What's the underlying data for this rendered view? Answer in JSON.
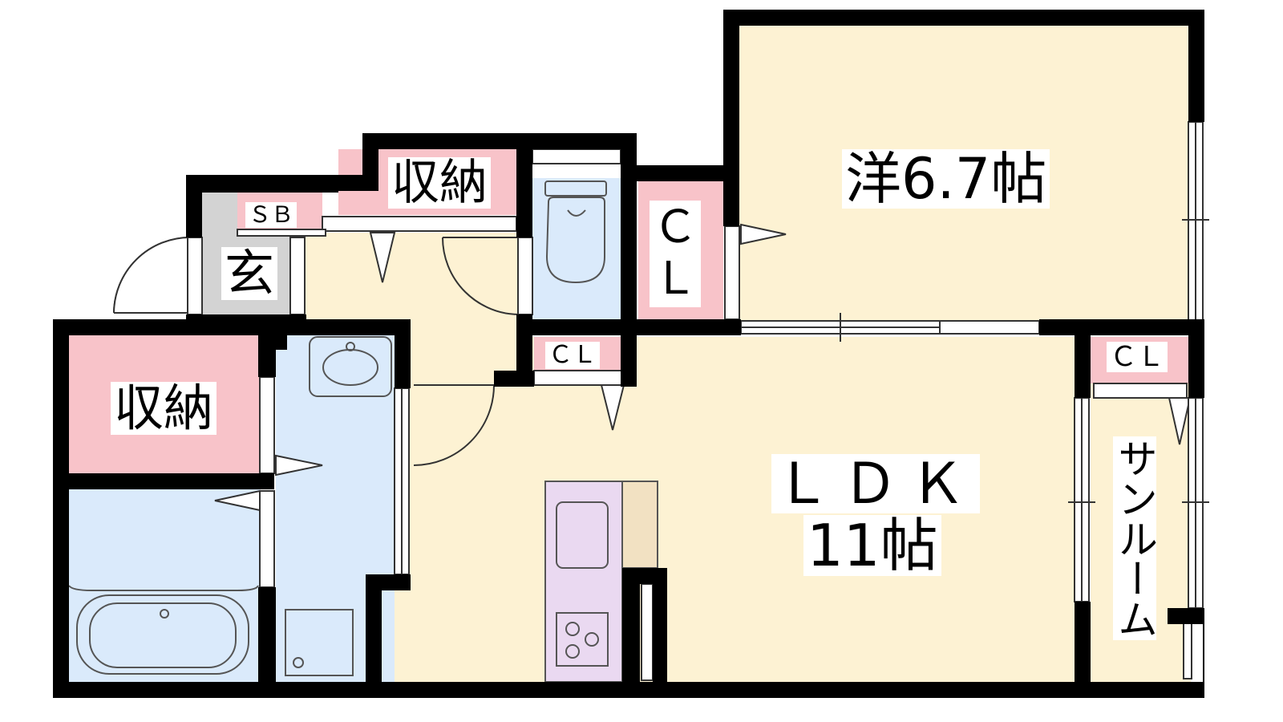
{
  "colors": {
    "floor": "#fdf2d3",
    "storage": "#f8c3c9",
    "wet": "#daeafb",
    "entrance": "#d3d3d3",
    "kitchen": "#ead9f1",
    "counter": "#f2e1c2",
    "wall": "#000000"
  },
  "rooms": {
    "western": {
      "label": "洋6.7帖"
    },
    "ldk": {
      "label": "ＬＤＫ",
      "size": "11帖"
    },
    "sunroom": {
      "label": "サンルーム"
    },
    "entrance": {
      "label": "玄"
    },
    "shoebox": {
      "label": "ＳＢ"
    },
    "storage_top": {
      "label": "収納"
    },
    "storage_left": {
      "label": "収納"
    },
    "closet_western": {
      "label": "Ｃ\nＬ"
    },
    "closet_hall": {
      "label": "ＣＬ"
    },
    "closet_sunroom": {
      "label": "ＣＬ"
    }
  },
  "fixtures": [
    "toilet",
    "washbasin",
    "washing-machine-pan",
    "bathtub",
    "sink",
    "stove-3-burner"
  ]
}
